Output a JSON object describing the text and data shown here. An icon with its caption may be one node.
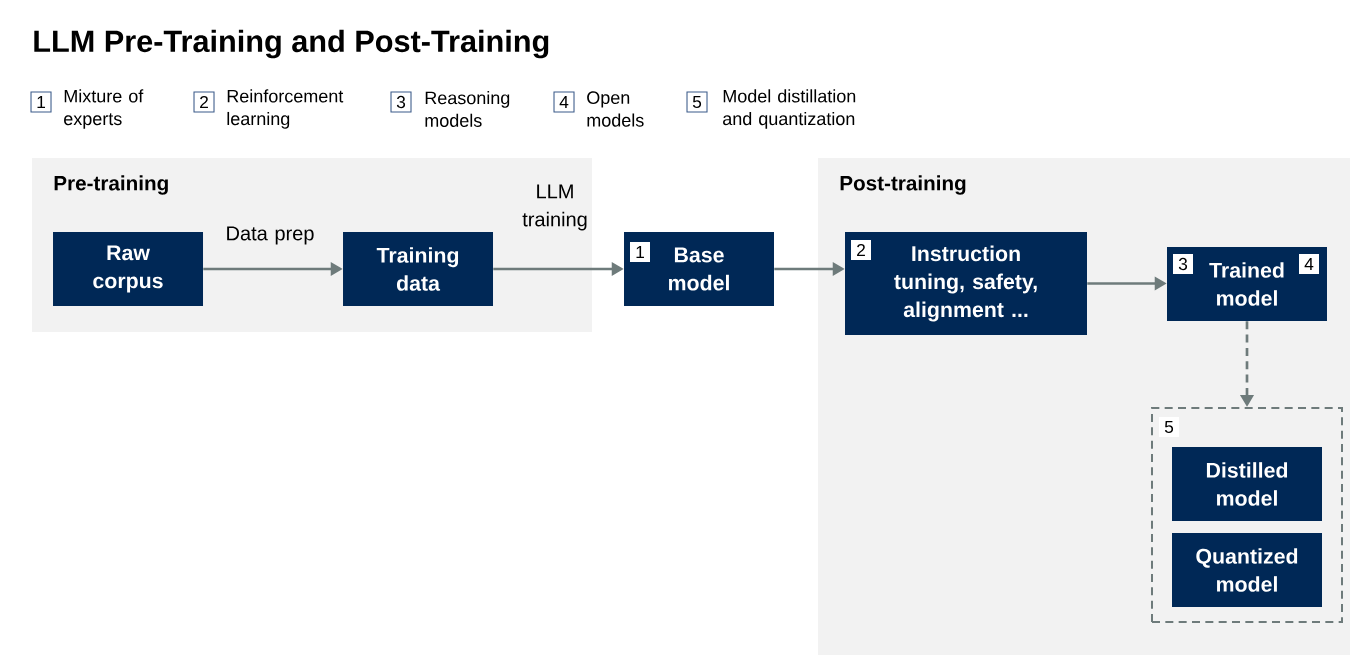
{
  "diagram": {
    "title": "LLM Pre-Training and Post-Training",
    "nodes": [
      {
        "text": [
          "1"
        ],
        "beside": [
          "Mixture of experts"
        ]
      },
      {
        "text": [
          "2"
        ],
        "beside": [
          "Reinforcement learning"
        ]
      },
      {
        "text": [
          "3"
        ],
        "beside": [
          "Reasoning models"
        ]
      },
      {
        "text": [
          "4"
        ],
        "beside": [
          "Open models"
        ]
      },
      {
        "text": [
          "5"
        ],
        "beside": [
          "Model distillation and quantization"
        ]
      },
      {
        "text": [
          "Pre-training"
        ]
      },
      {
        "text": [
          "Raw corpus"
        ],
        "in": 5
      },
      {
        "text": [
          "Training data"
        ],
        "in": 5
      },
      {
        "text": [
          "Base model"
        ]
      },
      {
        "text": [
          "1"
        ],
        "in": 8
      },
      {
        "text": [
          "Post-training"
        ]
      },
      {
        "text": [
          "Instruction tuning, safety, alignment ..."
        ],
        "in": 10
      },
      {
        "text": [
          "2"
        ],
        "in": 11
      },
      {
        "text": [
          "Trained model"
        ],
        "in": 10
      },
      {
        "text": [
          "3"
        ],
        "in": 13
      },
      {
        "text": [
          "4"
        ],
        "in": 13
      },
      {
        "text": [],
        "shape": "box",
        "in": 10
      },
      {
        "text": [
          "5"
        ],
        "in": 16
      },
      {
        "text": [
          "Distilled model"
        ],
        "in": 16
      },
      {
        "text": [
          "Quantized model"
        ],
        "in": 16
      }
    ],
    "edges": [
      {
        "from": 6,
        "to": 7,
        "arrow": "to",
        "label": "Data prep"
      },
      {
        "from": 7,
        "to": 8,
        "arrow": "to",
        "label": "LLM training"
      },
      {
        "from": 8,
        "to": 11,
        "arrow": "to"
      },
      {
        "from": 11,
        "to": 13,
        "arrow": "to"
      },
      {
        "from": 13,
        "to": 16,
        "arrow": "to",
        "style": "dashed"
      }
    ]
  }
}
